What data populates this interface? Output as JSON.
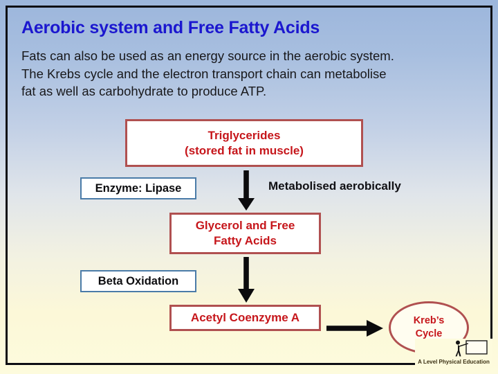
{
  "slide": {
    "title": "Aerobic system and Free Fatty Acids",
    "body_lines": [
      "Fats can also be used as an energy source in the aerobic system.",
      "The Krebs cycle and the electron transport chain can metabolise",
      "fat as well as carbohydrate to produce ATP."
    ]
  },
  "diagram": {
    "triglycerides": {
      "line1": "Triglycerides",
      "line2": "(stored fat in muscle)"
    },
    "enzyme": "Enzyme: Lipase",
    "metabolised_label": "Metabolised aerobically",
    "glycerol": {
      "line1": "Glycerol and Free",
      "line2": "Fatty Acids"
    },
    "beta_oxidation": "Beta Oxidation",
    "acetyl_coa": "Acetyl Coenzyme A",
    "krebs": {
      "line1": "Kreb’s",
      "line2": "Cycle"
    }
  },
  "logo": {
    "caption": "A Level Physical Education"
  },
  "colors": {
    "title_blue": "#1b17cf",
    "box_red_text": "#c6161b",
    "box_red_border": "#b05050",
    "box_blue_border": "#4a7ba8",
    "arrow_black": "#0b0b0d",
    "bg_top": "#9cb6dc",
    "bg_bottom": "#fdfbdd",
    "frame_black": "#0d0d14"
  }
}
